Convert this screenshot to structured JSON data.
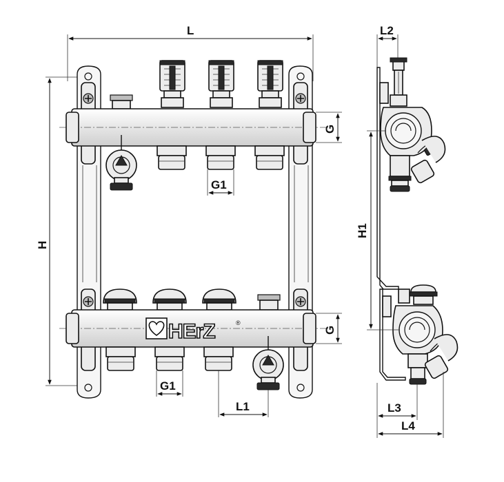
{
  "brand": {
    "name": "HErZ",
    "registered": "®",
    "logo_icon": "heart-icon"
  },
  "dimensions": {
    "L": "L",
    "H": "H",
    "H1": "H1",
    "G_top": "G",
    "G_bottom": "G",
    "G1_top": "G1",
    "G1_bottom": "G1",
    "L1": "L1",
    "L2": "L2",
    "L3": "L3",
    "L4": "L4"
  }
}
